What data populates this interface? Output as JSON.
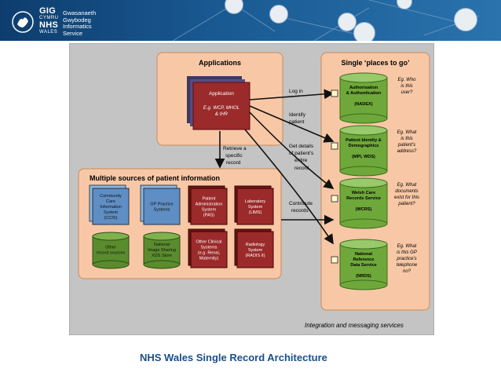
{
  "header": {
    "brand_line1": "GIG",
    "brand_line2": "CYMRU",
    "brand_line3": "NHS",
    "brand_line4": "WALES",
    "service_name": [
      "Gwasanaeth",
      "Gwybodeg",
      "Informatics",
      "Service"
    ]
  },
  "diagram": {
    "applications": {
      "title": "Applications",
      "app_label": "Application",
      "app_examples": [
        "E.g. WCP, MHOL",
        "& IHR"
      ]
    },
    "places": {
      "title": "Single ‘places to go’",
      "items": [
        {
          "name": [
            "Authorisation",
            "& Authentication"
          ],
          "code": "(NADEX)",
          "question": [
            "Eg. Who",
            "is this",
            "user?"
          ]
        },
        {
          "name": [
            "Patient Identity &",
            "Demographics"
          ],
          "code": "(MPI, WDS)",
          "question": [
            "Eg. What",
            "is this",
            "patient's",
            "address?"
          ]
        },
        {
          "name": [
            "Welsh Care",
            "Records Service"
          ],
          "code": "(WCRS)",
          "question": [
            "Eg. What",
            "documents",
            "exist for this",
            "patient?"
          ]
        },
        {
          "name": [
            "National",
            "Reference",
            "Data Service"
          ],
          "code": "(NRDS)",
          "question": [
            "Eg. What",
            "is this GP",
            "practice's",
            "telephone",
            "no?"
          ]
        }
      ]
    },
    "sources": {
      "title": "Multiple sources of patient information",
      "items": [
        {
          "label": [
            "Community",
            "Care",
            "Information",
            "System",
            "(CCIS)"
          ]
        },
        {
          "label": [
            "GP Practice",
            "Systems"
          ]
        },
        {
          "label": [
            "Patient",
            "Administration",
            "System",
            "(PAS)"
          ]
        },
        {
          "label": [
            "Laboratory",
            "System",
            "(LIMS)"
          ]
        },
        {
          "label": [
            "Other",
            "record sources"
          ]
        },
        {
          "label": [
            "National",
            "Image Sharing",
            "XDS Store"
          ]
        },
        {
          "label": [
            "Other Clinical",
            "Systems",
            "(e.g. Renal,",
            "Maternity)"
          ]
        },
        {
          "label": [
            "Radiology",
            "System",
            "(RADIS II)"
          ]
        }
      ]
    },
    "arrows": {
      "log_in": [
        "Log in"
      ],
      "identify": [
        "Identify",
        "patient"
      ],
      "get_details": [
        "Get details",
        "of patient's",
        "entire",
        "record"
      ],
      "retrieve": [
        "Retrieve a",
        "specific",
        "record"
      ],
      "contribute": [
        "Contribute",
        "records"
      ]
    },
    "footer": "Integration and messaging services",
    "colors": {
      "frame_bg": "#bfbfbf",
      "panel_fill": "#f8c8a6",
      "panel_stroke": "#c88a5a",
      "app_fill": "#9b2a2a",
      "db_green": "#6ea83a",
      "db_green_top": "#98c96a",
      "blue_box": "#5f8ec4",
      "source_red": "#9b2a2a"
    }
  },
  "caption": "NHS Wales Single Record Architecture"
}
